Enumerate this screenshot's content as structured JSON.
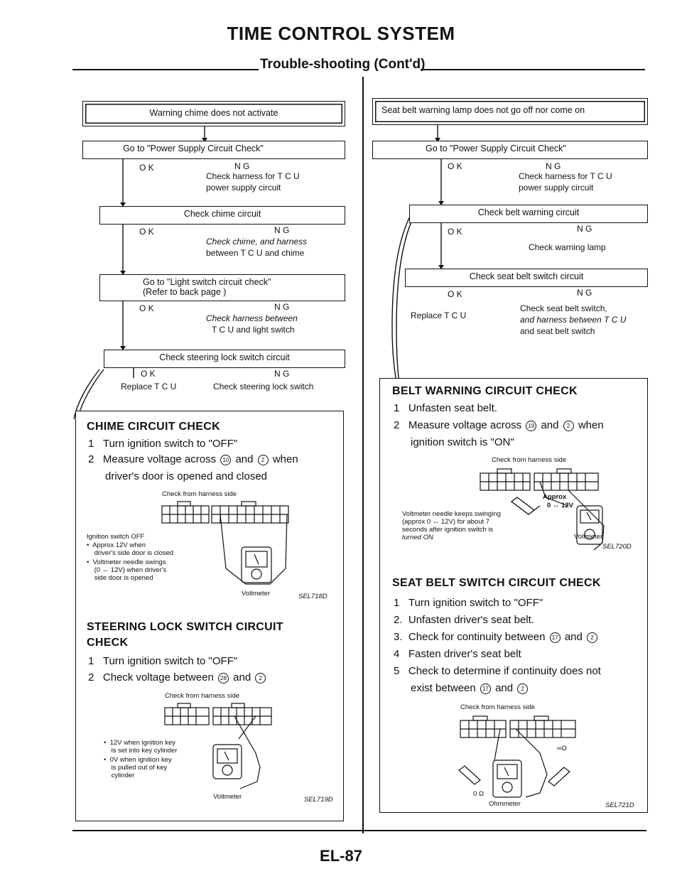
{
  "header": {
    "title": "TIME CONTROL SYSTEM",
    "subtitle": "Trouble-shooting (Cont'd)"
  },
  "left_flow": {
    "start": "Warning chime does not activate",
    "step1": "Go to \"Power Supply Circuit Check\"",
    "ok": "O K",
    "ng": "N G",
    "ng1": "Check harness for T C U",
    "ng1b": "power supply circuit",
    "step2": "Check chime circuit",
    "ng2": "Check chime, and harness",
    "ng2b": "between T C U and chime",
    "step3": "Go to \"Light switch circuit check\"",
    "step3b": "(Refer to back page )",
    "ng3": "Check harness between",
    "ng3b": "T C U and light switch",
    "step4": "Check steering lock switch circuit",
    "ok4": "Replace T C U",
    "ng4": "Check steering lock switch"
  },
  "right_flow": {
    "start": "Seat belt warning lamp does not go off nor come on",
    "step1": "Go to \"Power Supply Circuit Check\"",
    "ng1": "Check harness for T C U",
    "ng1b": "power supply circuit",
    "step2": "Check belt warning circuit",
    "ng2": "Check warning lamp",
    "step3": "Check seat belt switch circuit",
    "ok3": "Replace T C U",
    "ng3": "Check seat belt switch,",
    "ng3b": "and harness between T C U",
    "ng3c": "and seat belt switch"
  },
  "chime_check": {
    "title": "CHIME CIRCUIT CHECK",
    "step1": "Turn ignition switch to \"OFF\"",
    "step2a": "Measure voltage across",
    "step2b": "and",
    "step2c": "when",
    "step2d": "driver's door is opened and closed",
    "terminals": [
      "10",
      "2"
    ],
    "harness_side": "Check from harness side",
    "ign": "Ignition switch   OFF",
    "note1": "Approx 12V when",
    "note1b": "driver's side door is closed",
    "note2": "Voltmeter needle swings",
    "note2b": "(0 ↔ 12V) when driver's",
    "note2c": "side door is opened",
    "meter": "Voltmeter",
    "code": "SEL718D"
  },
  "steering_check": {
    "title": "STEERING LOCK SWITCH CIRCUIT",
    "title2": "CHECK",
    "step1": "Turn ignition switch to \"OFF\"",
    "step2a": "Check voltage between",
    "step2b": "and",
    "terminals": [
      "28",
      "2"
    ],
    "harness_side": "Check from harness side",
    "note1": "12V when ignition key",
    "note1b": "is set into key cylinder",
    "note2": "0V when ignition key",
    "note2b": "is pulled out of key",
    "note2c": "cylinder",
    "meter": "Voltmeter",
    "code": "SEL719D"
  },
  "belt_check": {
    "title": "BELT WARNING CIRCUIT CHECK",
    "step1": "Unfasten seat belt.",
    "step2a": "Measure voltage across",
    "step2b": "and",
    "step2c": "when",
    "step2d": "ignition switch is \"ON\"",
    "terminals": [
      "19",
      "2"
    ],
    "harness_side": "Check from harness side",
    "approx": "Approx",
    "range": "0 ↔ 12V",
    "note1": "Voltmeter needle keeps swinging",
    "note1b": "(approx 0 ↔ 12V) for about 7",
    "note1c": "seconds after ignition switch is",
    "note1d": "turned ON",
    "meter": "Voltmeter",
    "code": "SEL720D"
  },
  "seatbelt_check": {
    "title": "SEAT BELT SWITCH CIRCUIT CHECK",
    "step1": "Turn ignition switch to \"OFF\"",
    "step2": "Unfasten driver's seat belt.",
    "step3a": "Check for continuity between",
    "step3b": "and",
    "step4": "Fasten driver's seat belt",
    "step5a": "Check to determine if continuity does not",
    "step5b": "exist between",
    "step5c": "and",
    "terminals": [
      "17",
      "2"
    ],
    "harness_side": "Check from harness side",
    "inf": "∞Ω",
    "zero": "0 Ω",
    "meter": "Ohmmeter",
    "code": "SEL721D"
  },
  "footer": {
    "page": "EL-87"
  }
}
